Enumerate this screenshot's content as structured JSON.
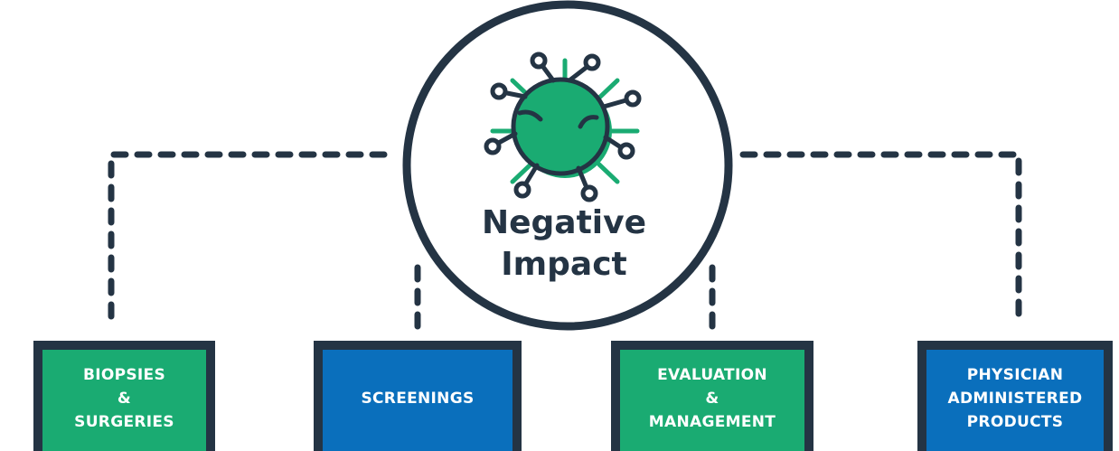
{
  "colors": {
    "outline": "#243444",
    "green": "#1aab72",
    "blue": "#0a6fbc",
    "virus_fill": "#1aab72"
  },
  "center": {
    "icon": "virus-icon",
    "title_line1": "Negative",
    "title_line2": "Impact"
  },
  "boxes": [
    {
      "lines": [
        "BIOPSIES",
        "&",
        "SURGERIES"
      ],
      "color": "#1aab72"
    },
    {
      "lines": [
        "SCREENINGS"
      ],
      "color": "#0a6fbc"
    },
    {
      "lines": [
        "EVALUATION",
        "&",
        "MANAGEMENT"
      ],
      "color": "#1aab72"
    },
    {
      "lines": [
        "PHYSICIAN",
        "ADMINISTERED",
        "PRODUCTS"
      ],
      "color": "#0a6fbc"
    }
  ]
}
